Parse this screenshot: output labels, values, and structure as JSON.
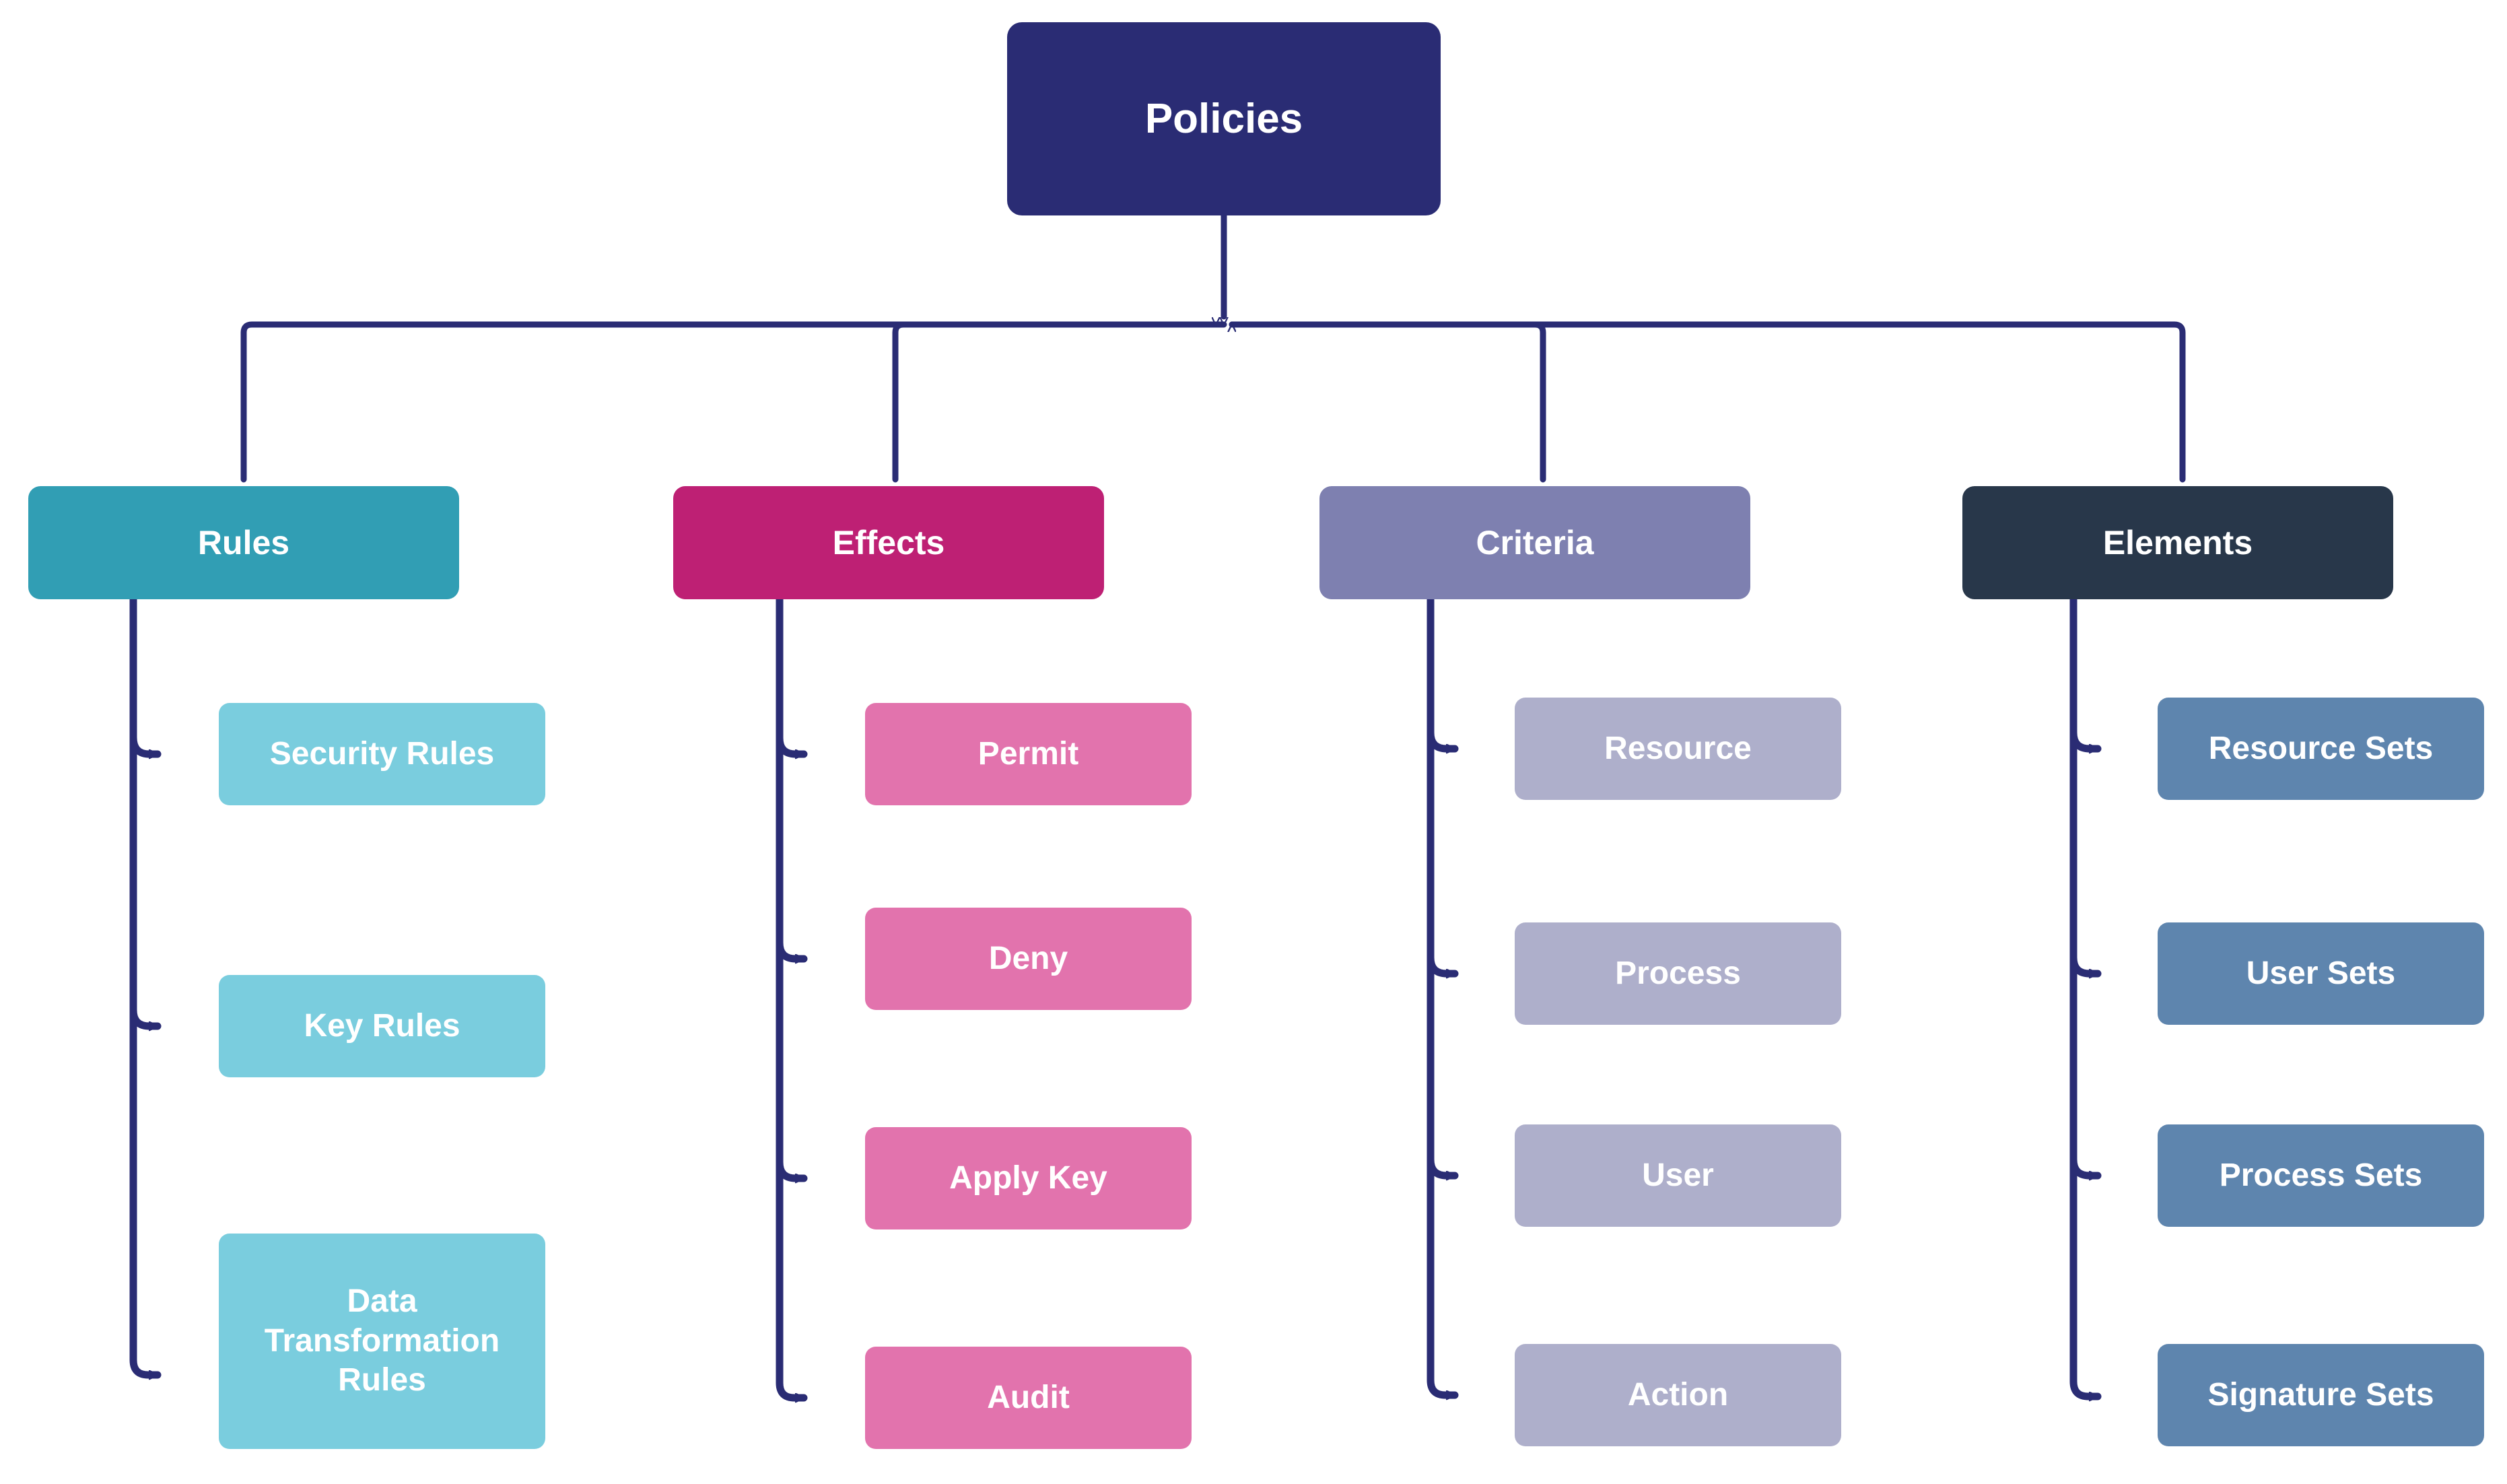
{
  "diagram": {
    "title": "Policies",
    "type": "hierarchy-tree",
    "orientation": "top-down-then-right",
    "background_color": "#FFFFFF",
    "connector_color": "#2A2C74"
  },
  "root": {
    "label": "Policies",
    "color": "#2A2C74",
    "text_color": "#FFFFFF"
  },
  "branches": [
    {
      "label": "Rules",
      "color": "#319EB4",
      "leaf_color": "#7ACDDE",
      "text_color": "#FFFFFF",
      "children": [
        {
          "label": "Security Rules"
        },
        {
          "label": "Key Rules"
        },
        {
          "label": "Data Transformation Rules"
        }
      ]
    },
    {
      "label": "Effects",
      "color": "#BE2074",
      "leaf_color": "#E273AD",
      "text_color": "#FFFFFF",
      "children": [
        {
          "label": "Permit"
        },
        {
          "label": "Deny"
        },
        {
          "label": "Apply Key"
        },
        {
          "label": "Audit"
        }
      ]
    },
    {
      "label": "Criteria",
      "color": "#7E80B0",
      "leaf_color": "#AEAFCB",
      "text_color": "#FFFFFF",
      "children": [
        {
          "label": "Resource"
        },
        {
          "label": "Process"
        },
        {
          "label": "User"
        },
        {
          "label": "Action"
        }
      ]
    },
    {
      "label": "Elements",
      "color": "#28374A",
      "leaf_color": "#5E85AE",
      "text_color": "#FFFFFF",
      "children": [
        {
          "label": "Resource Sets"
        },
        {
          "label": "User Sets"
        },
        {
          "label": "Process Sets"
        },
        {
          "label": "Signature Sets"
        }
      ]
    }
  ]
}
